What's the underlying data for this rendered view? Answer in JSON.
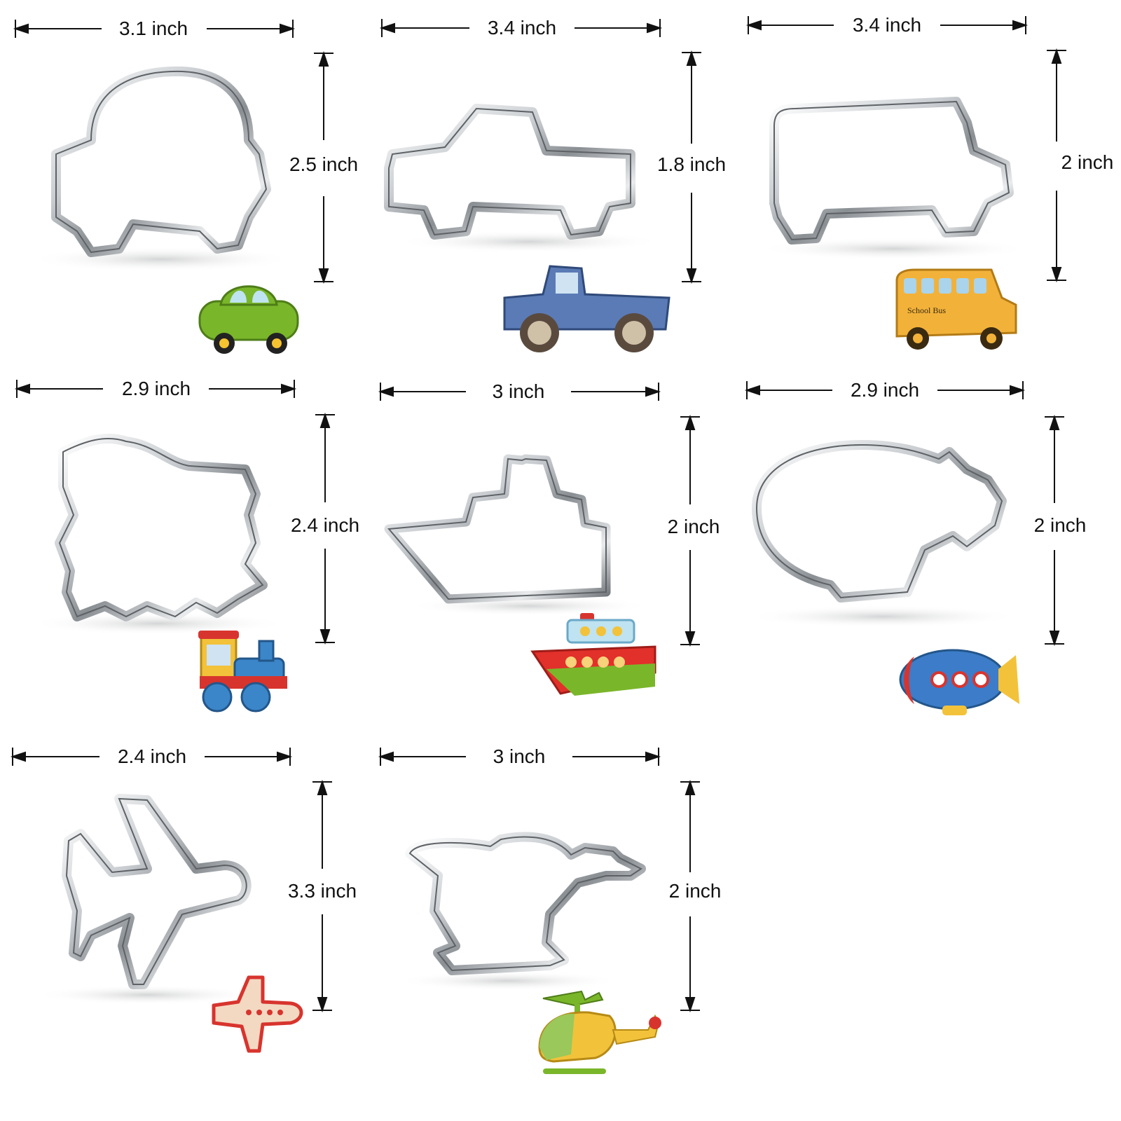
{
  "colors": {
    "steel_light": "#f2f3f4",
    "steel_mid": "#c3c7cb",
    "steel_dark": "#5e6266",
    "shadow": "#d9dadb",
    "dimension_line": "#111111",
    "car_green": "#7ab62a",
    "truck_blue": "#5b7bb6",
    "bus_yellow": "#f2b23a",
    "train_blue": "#3b86c8",
    "boat_red": "#e2302a",
    "blimp_blue": "#3c7cc8",
    "plane_red": "#d8342e",
    "heli_yellow": "#f2c23a"
  },
  "cutters": [
    {
      "name": "car",
      "width_label": "3.1 inch",
      "height_label": "2.5 inch",
      "cookie_icon": "car-cookie-icon"
    },
    {
      "name": "pickup-truck",
      "width_label": "3.4 inch",
      "height_label": "1.8 inch",
      "cookie_icon": "pickup-truck-cookie-icon"
    },
    {
      "name": "school-bus",
      "width_label": "3.4 inch",
      "height_label": "2 inch",
      "cookie_icon": "school-bus-cookie-icon",
      "cookie_text": "School Bus"
    },
    {
      "name": "train",
      "width_label": "2.9 inch",
      "height_label": "2.4 inch",
      "cookie_icon": "train-cookie-icon"
    },
    {
      "name": "ship",
      "width_label": "3 inch",
      "height_label": "2 inch",
      "cookie_icon": "ship-cookie-icon"
    },
    {
      "name": "blimp",
      "width_label": "2.9 inch",
      "height_label": "2 inch",
      "cookie_icon": "blimp-cookie-icon"
    },
    {
      "name": "airplane",
      "width_label": "2.4 inch",
      "height_label": "3.3 inch",
      "cookie_icon": "airplane-cookie-icon"
    },
    {
      "name": "helicopter",
      "width_label": "3 inch",
      "height_label": "2 inch",
      "cookie_icon": "helicopter-cookie-icon"
    }
  ]
}
